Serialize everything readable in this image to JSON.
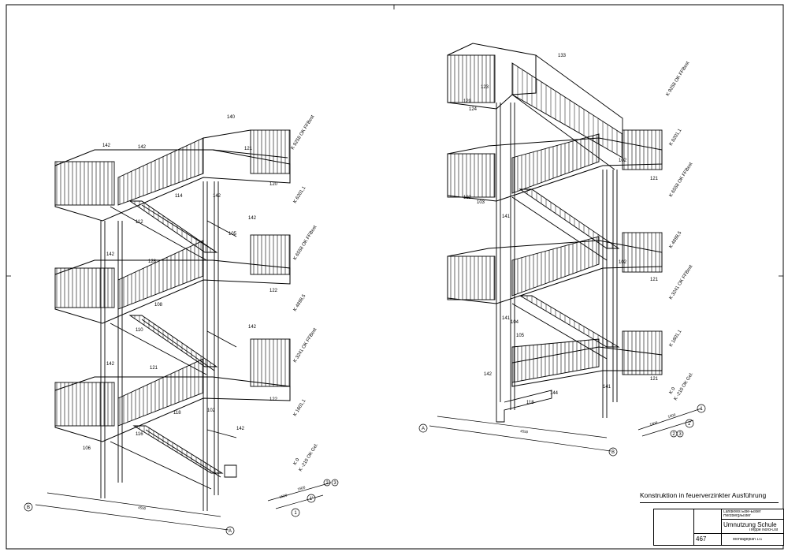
{
  "drawing": {
    "left_tower_labels": {
      "levels": [
        "K 9258 OK FFBest",
        "K 6201,1",
        "K 6558 OK FFBest",
        "K 4898,5",
        "K 3241 OK FFBest",
        "K 1601,1",
        "K 0",
        "K -210 OK Gel."
      ],
      "parts": [
        "142",
        "142",
        "140",
        "121",
        "122",
        "120",
        "114",
        "112",
        "142",
        "105",
        "142",
        "142",
        "128",
        "122",
        "108",
        "110",
        "142",
        "142",
        "121",
        "122",
        "118",
        "116",
        "106",
        "102",
        "102",
        "142"
      ]
    },
    "right_tower_labels": {
      "levels": [
        "K 9258 OK FFBest",
        "K 8201,1",
        "K 6558 OK FFBest",
        "K 4898,5",
        "K 3241 OK FFBest",
        "K 1601,1",
        "K 0",
        "K -210 OK Gel."
      ],
      "parts": [
        "133",
        "123",
        "120",
        "124",
        "121",
        "102",
        "103",
        "122",
        "141",
        "121",
        "102",
        "141",
        "104",
        "105",
        "121",
        "142",
        "118",
        "144",
        "141"
      ]
    },
    "axis_marks": [
      "A",
      "B",
      "1",
      "2",
      "3",
      "1'"
    ],
    "dims": [
      "4550",
      "1500",
      "1500",
      "3000"
    ]
  },
  "title_note": "Konstruktion in feuerverzinkter Ausführung",
  "title_block": {
    "client_line1": "Landkreis Elbe-Elster",
    "client_line2": "Herzberg/Elster",
    "project": "Umnutzung Schule",
    "subtitle": "Treppe Nord-Ost",
    "drawing_no": "467",
    "sheet": "Montageplan 1/1"
  }
}
